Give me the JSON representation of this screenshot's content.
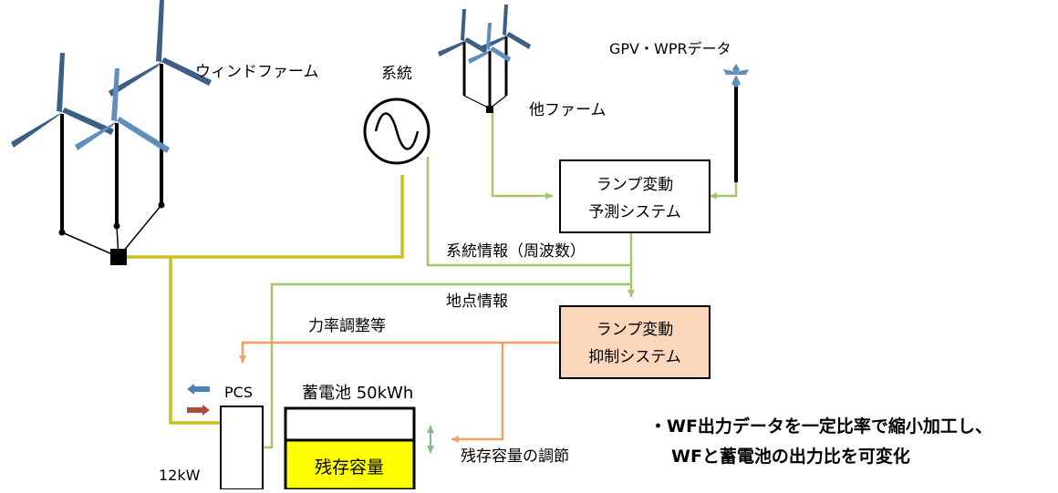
{
  "labels": {
    "wind_farm": "ウィンドファーム",
    "grid": "系統",
    "other_farm": "他ファーム",
    "gpv_wpr": "GPV・WPRデータ",
    "grid_info": "系統情報（周波数）",
    "location_info": "地点情報",
    "power_factor": "力率調整等",
    "pcs": "PCS",
    "battery": "蓄電池 50kWh",
    "remaining_capacity": "残存容量",
    "capacity_adjust": "残存容量の調節",
    "pcs_rating": "12kW"
  },
  "boxes": {
    "prediction": {
      "line1": "ランプ変動",
      "line2": "予測システム"
    },
    "suppression": {
      "line1": "ランプ変動",
      "line2": "抑制システム"
    }
  },
  "notes": [
    "・WF出力データを一定比率で縮小加工し、",
    "WFと蓄電池の出力比を可変化"
  ],
  "colors": {
    "yellow_line": "#c8c020",
    "green_line": "#a3c66e",
    "orange_line": "#f0a060",
    "blade_dark": "#3c5f86",
    "blade_light": "#5f8dbd",
    "suppression_fill": "#fbd6bb",
    "remaining_fill": "#ffff00",
    "arrow_blue": "#4f7fb8",
    "arrow_red": "#b04a3c"
  }
}
